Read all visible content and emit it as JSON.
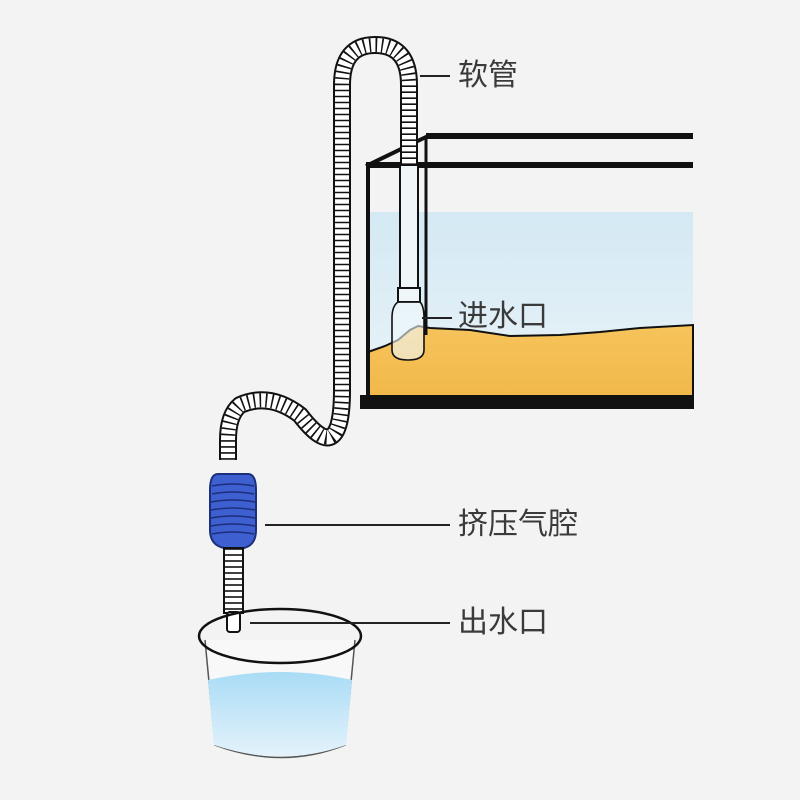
{
  "diagram": {
    "subject": "Aquarium siphon gravel cleaner",
    "labels": {
      "hose": "软管",
      "inlet": "进水口",
      "squeeze_bulb": "挤压气腔",
      "outlet": "出水口"
    },
    "colors": {
      "background": "#f3f3f3",
      "outline": "#111111",
      "tank_water": "#dcecf5",
      "gravel": "#f4c05a",
      "bulb": "#3d5fd0",
      "bucket_water": "#bfe3f7",
      "label_text": "#3a3a3a"
    },
    "components": [
      "hose",
      "aquarium tank",
      "gravel bed",
      "inlet nozzle",
      "squeeze bulb",
      "outlet",
      "bucket"
    ]
  }
}
